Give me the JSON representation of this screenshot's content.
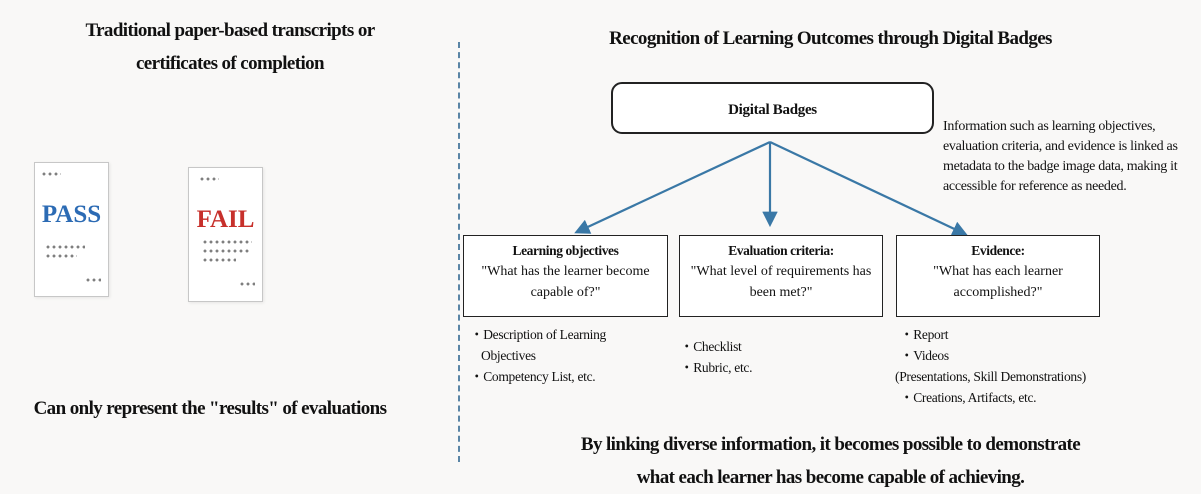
{
  "left": {
    "title_line1": "Traditional paper-based transcripts or",
    "title_line2": "certificates of completion",
    "docs": [
      {
        "word": "PASS",
        "color": "#2c6bb4"
      },
      {
        "word": "FAIL",
        "color": "#c7302b"
      }
    ],
    "caption": "Can only represent the \"results\" of evaluations"
  },
  "right": {
    "title": "Recognition of Learning Outcomes through Digital Badges",
    "badge_label": "Digital Badges",
    "note": "Information such as learning objectives, evaluation criteria, and evidence is linked as metadata to the badge image data, making it accessible for reference as needed.",
    "boxes": [
      {
        "title": "Learning objectives",
        "question": "\"What has the learner become capable of?\""
      },
      {
        "title": "Evaluation criteria:",
        "question": "\"What level of requirements has been met?\""
      },
      {
        "title": "Evidence:",
        "question": "\"What has each learner accomplished?\""
      }
    ],
    "lists": [
      [
        "・Description of Learning",
        "Objectives",
        "・Competency List, etc."
      ],
      [
        "・Checklist",
        "・Rubric, etc."
      ],
      [
        "・Report",
        "・Videos",
        "(Presentations, Skill Demonstrations)",
        "・Creations, Artifacts, etc."
      ]
    ],
    "conclusion_line1": "By linking diverse information, it becomes possible to demonstrate",
    "conclusion_line2": "what each learner has become capable of achieving."
  },
  "colors": {
    "arrow": "#3a78a6",
    "divider": "#5a85a6"
  }
}
